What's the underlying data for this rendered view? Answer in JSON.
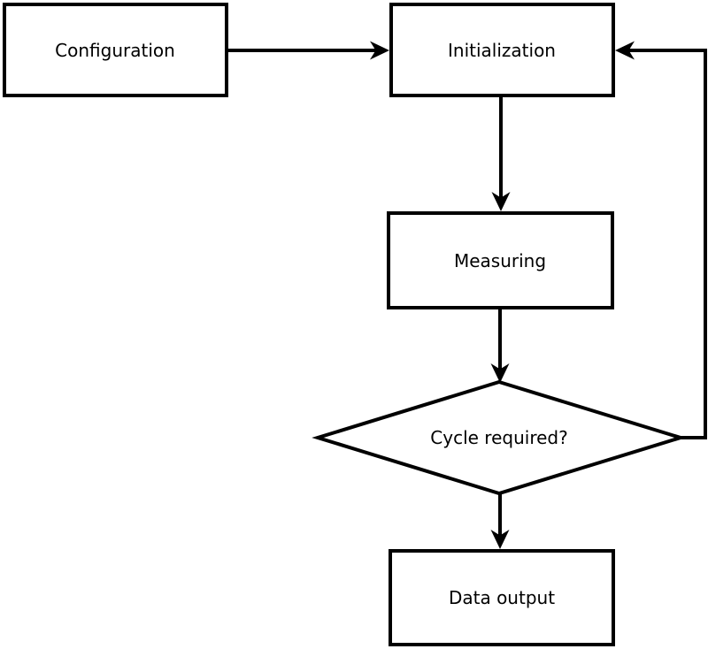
{
  "diagram": {
    "type": "flowchart",
    "background_color": "#ffffff",
    "stroke_color": "#000000",
    "shape_fill_color": "#ffffff",
    "nodes": [
      {
        "id": "configuration",
        "label": "Configuration",
        "shape": "rectangle"
      },
      {
        "id": "initialization",
        "label": "Initialization",
        "shape": "rectangle"
      },
      {
        "id": "measuring",
        "label": "Measuring",
        "shape": "rectangle"
      },
      {
        "id": "cycle-required",
        "label": "Cycle required?",
        "shape": "diamond"
      },
      {
        "id": "data-output",
        "label": "Data output",
        "shape": "rectangle"
      }
    ],
    "edges": [
      {
        "from": "configuration",
        "to": "initialization",
        "direction": "right"
      },
      {
        "from": "initialization",
        "to": "measuring",
        "direction": "down"
      },
      {
        "from": "measuring",
        "to": "cycle-required",
        "direction": "down"
      },
      {
        "from": "cycle-required",
        "to": "data-output",
        "direction": "down"
      },
      {
        "from": "cycle-required",
        "to": "initialization",
        "direction": "feedback-loop-right-up"
      }
    ]
  }
}
